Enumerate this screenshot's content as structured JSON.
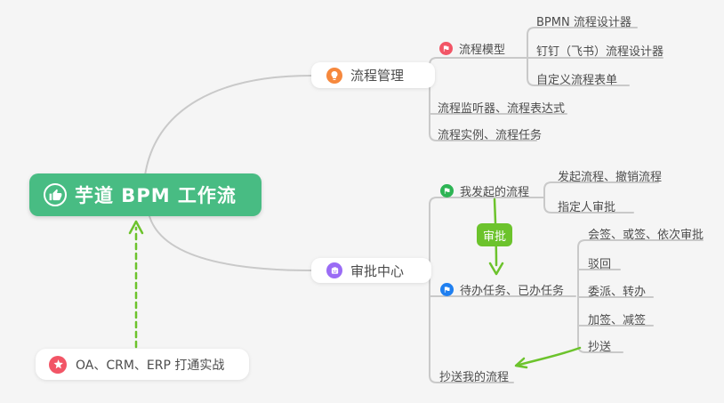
{
  "background": "#f5f5f5",
  "colors": {
    "root_node": "#48bc83",
    "accent_green": "#6cc32c",
    "connector_gray": "#c9c9c9",
    "text": "#4c4c4c",
    "icon_orange": "#f6883d",
    "icon_purple": "#9a6cf5",
    "icon_red": "#f25566",
    "icon_flag_green": "#2db454",
    "icon_flag_blue": "#1f7ff0"
  },
  "root": {
    "label": "芋道 BPM 工作流"
  },
  "nodes": {
    "process_management": {
      "label": "流程管理"
    },
    "process_model": {
      "label": "流程模型"
    },
    "bpmn_designer": {
      "label": "BPMN 流程设计器"
    },
    "dingtalk_designer": {
      "label": "钉钉（飞书）流程设计器"
    },
    "custom_form": {
      "label": "自定义流程表单"
    },
    "listener_expression": {
      "label": "流程监听器、流程表达式"
    },
    "instance_task": {
      "label": "流程实例、流程任务"
    },
    "approval_center": {
      "label": "审批中心"
    },
    "my_initiated": {
      "label": "我发起的流程"
    },
    "initiate_cancel": {
      "label": "发起流程、撤销流程"
    },
    "assignee_approval": {
      "label": "指定人审批"
    },
    "todo_done": {
      "label": "待办任务、已办任务"
    },
    "countersign": {
      "label": "会签、或签、依次审批"
    },
    "reject": {
      "label": "驳回"
    },
    "delegate_transfer": {
      "label": "委派、转办"
    },
    "add_remove_sign": {
      "label": "加签、减签"
    },
    "cc": {
      "label": "抄送"
    },
    "cc_my_process": {
      "label": "抄送我的流程"
    },
    "oa_crm_erp": {
      "label": "OA、CRM、ERP 打通实战"
    }
  },
  "callout": {
    "label": "审批"
  }
}
